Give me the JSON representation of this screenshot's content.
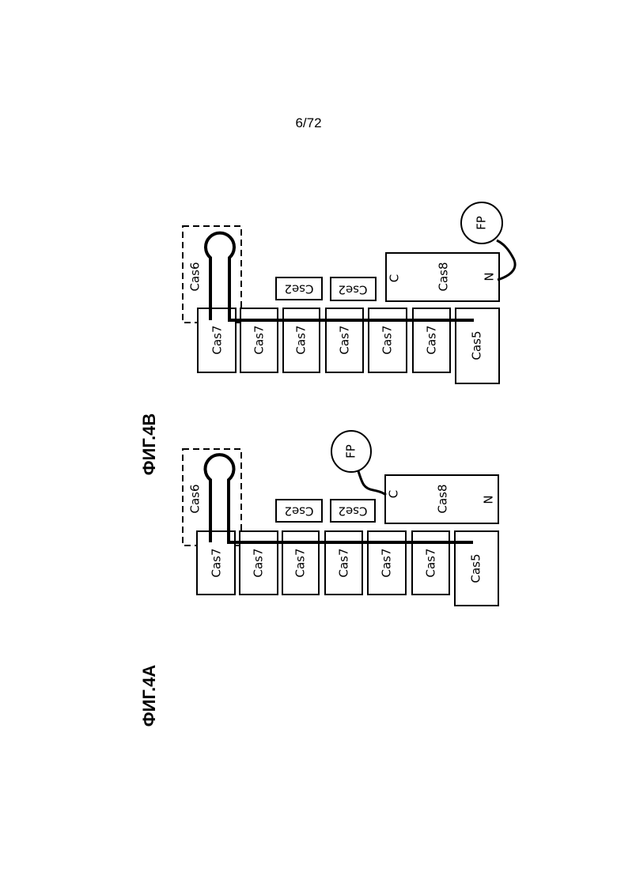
{
  "page_number": "6/72",
  "figures": {
    "a": {
      "title": "ФИГ.4А",
      "cas6": "Cas6",
      "cas7": [
        "Cas7",
        "Cas7",
        "Cas7",
        "Cas7",
        "Cas7",
        "Cas7"
      ],
      "cas5": "Cas5",
      "cse2": [
        "Cse2",
        "Cse2"
      ],
      "cas8": "Cas8",
      "cas8_c": "C",
      "cas8_n": "N",
      "fp": "FP"
    },
    "b": {
      "title": "ФИГ.4В",
      "cas6": "Cas6",
      "cas7": [
        "Cas7",
        "Cas7",
        "Cas7",
        "Cas7",
        "Cas7",
        "Cas7"
      ],
      "cas5": "Cas5",
      "cse2": [
        "Cse2",
        "Cse2"
      ],
      "cas8": "Cas8",
      "cas8_c": "C",
      "cas8_n": "N",
      "fp": "FP"
    }
  }
}
